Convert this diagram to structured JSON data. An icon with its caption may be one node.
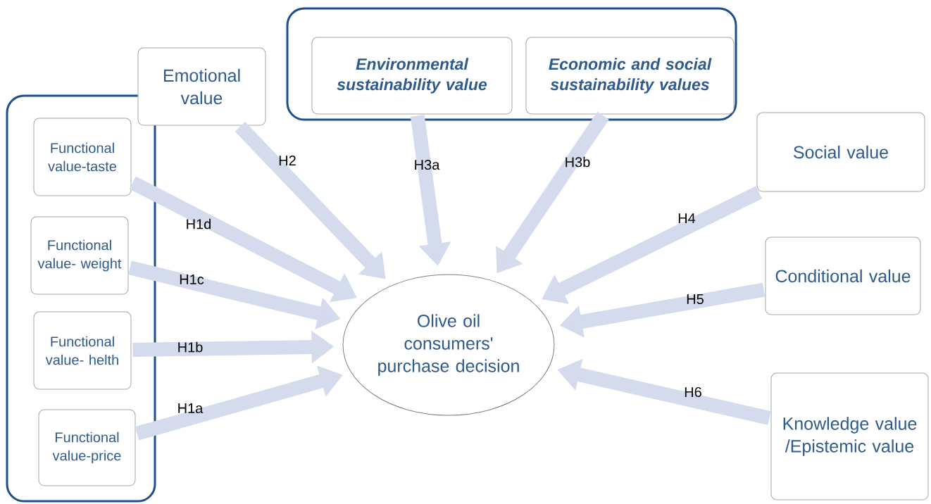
{
  "diagram": {
    "nodes": [
      {
        "text": [],
        "shape": "box"
      },
      {
        "text": [
          "Functional value-taste"
        ],
        "in": 0
      },
      {
        "text": [
          "Functional value- weight"
        ],
        "in": 0
      },
      {
        "text": [
          "Functional value- helth"
        ],
        "in": 0
      },
      {
        "text": [
          "Functional value-price"
        ],
        "in": 0
      },
      {
        "text": [
          "Emotional value"
        ]
      },
      {
        "text": [],
        "shape": "box"
      },
      {
        "text": [
          "Environmental sustainability value"
        ],
        "in": 6
      },
      {
        "text": [
          "Economic and social sustainability values"
        ],
        "in": 6
      },
      {
        "text": [
          "Social value"
        ]
      },
      {
        "text": [
          "Conditional value"
        ]
      },
      {
        "text": [
          "Knowledge value /Epistemic value"
        ]
      },
      {
        "text": [
          "Olive oil consumers' purchase decision"
        ]
      }
    ],
    "edges": [
      {
        "from": 5,
        "to": 12,
        "arrow": "to",
        "label": "H2"
      },
      {
        "from": 1,
        "to": 12,
        "arrow": "to",
        "label": "H1d"
      },
      {
        "from": 2,
        "to": 12,
        "arrow": "to",
        "label": "H1c"
      },
      {
        "from": 3,
        "to": 12,
        "arrow": "to",
        "label": "H1b"
      },
      {
        "from": 4,
        "to": 12,
        "arrow": "to",
        "label": "H1a"
      },
      {
        "from": 7,
        "to": 12,
        "arrow": "to",
        "label": "H3a"
      },
      {
        "from": 8,
        "to": 12,
        "arrow": "to",
        "label": "H3b"
      },
      {
        "from": 9,
        "to": 12,
        "arrow": "to",
        "label": "H4"
      },
      {
        "from": 10,
        "to": 12,
        "arrow": "to",
        "label": "H5"
      },
      {
        "from": 11,
        "to": 12,
        "arrow": "to",
        "label": "H6"
      }
    ]
  }
}
